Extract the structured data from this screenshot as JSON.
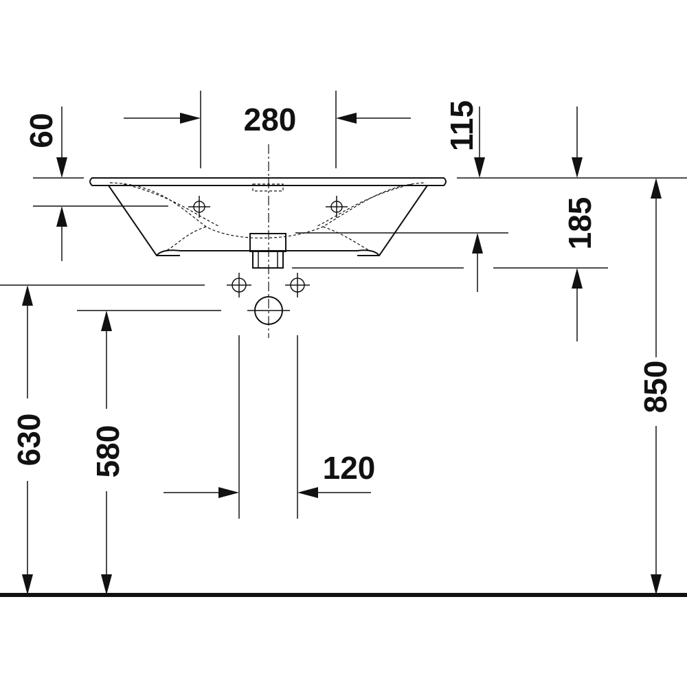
{
  "dimensions": {
    "top_width": "280",
    "rim_height": "60",
    "overflow": "115",
    "drain_drop": "185",
    "floor_to_rim": "850",
    "supply_height": "630",
    "drain_height": "580",
    "supply_spacing": "120"
  },
  "colors": {
    "ink": "#111111",
    "background": "#ffffff"
  }
}
